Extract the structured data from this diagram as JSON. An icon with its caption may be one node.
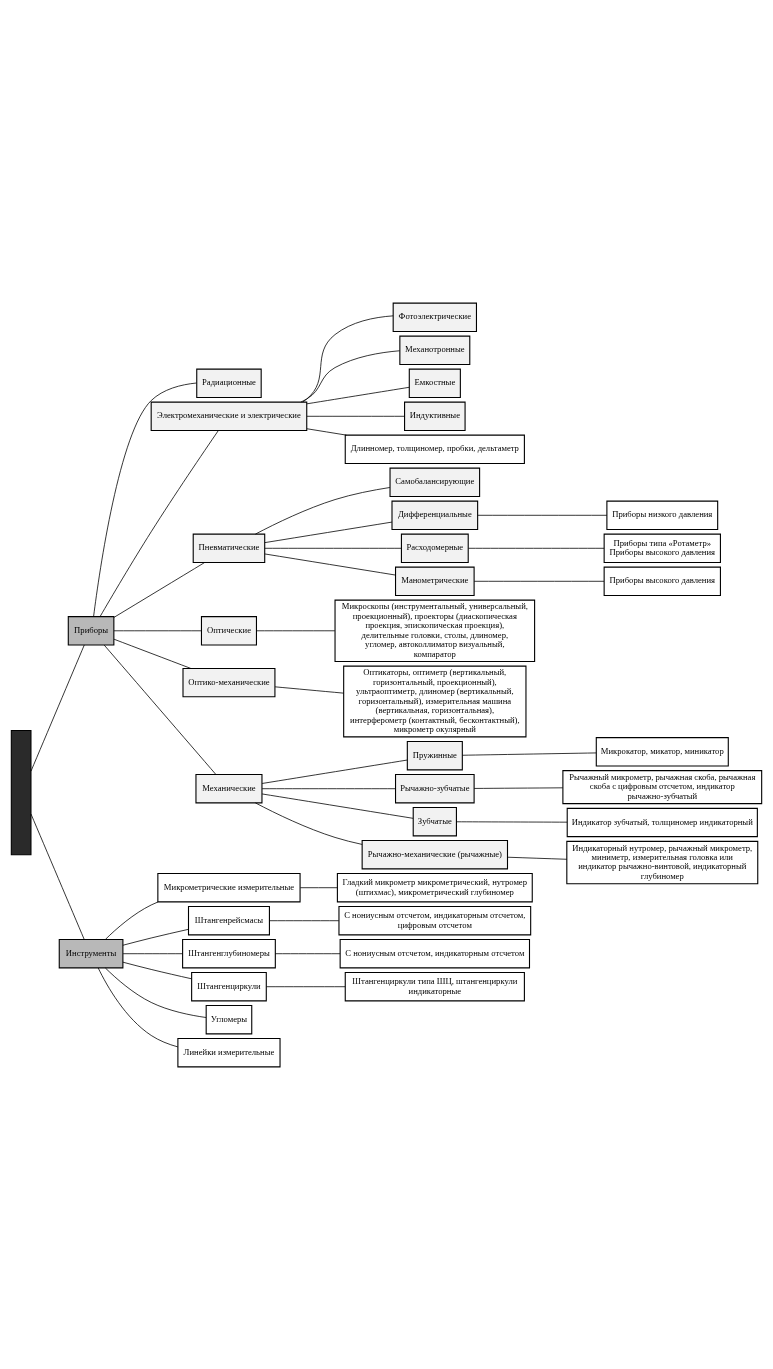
{
  "diagram": {
    "nodes": [
      {
        "text": [],
        "shape": "box"
      },
      {
        "text": [
          "Приборы"
        ]
      },
      {
        "text": [
          "Радиационные"
        ]
      },
      {
        "text": [
          "Электромеханические и электрические"
        ]
      },
      {
        "text": [
          "Пневматические"
        ]
      },
      {
        "text": [
          "Оптические"
        ]
      },
      {
        "text": [
          "Оптико-механические"
        ]
      },
      {
        "text": [
          "Механические"
        ]
      },
      {
        "text": [
          "Фотоэлектрические"
        ]
      },
      {
        "text": [
          "Механотронные"
        ]
      },
      {
        "text": [
          "Емкостные"
        ]
      },
      {
        "text": [
          "Индуктивные"
        ]
      },
      {
        "text": [
          "Самобалансирующие"
        ]
      },
      {
        "text": [
          "Дифференциальные"
        ]
      },
      {
        "text": [
          "Расходомерные"
        ]
      },
      {
        "text": [
          "Манометрические"
        ]
      },
      {
        "text": [
          "Пружинные"
        ]
      },
      {
        "text": [
          "Рычажно-зубчатые"
        ]
      },
      {
        "text": [
          "Зубчатые"
        ]
      },
      {
        "text": [
          "Рычажно-механические (рычажные)"
        ]
      },
      {
        "text": [
          "Длинномер, толщиномер, пробки, дельтаметр"
        ]
      },
      {
        "text": [
          "Приборы высокого давления"
        ]
      },
      {
        "text": [
          "Приборы типа «Ротаметр»",
          "Приборы высокого давления"
        ]
      },
      {
        "text": [
          "Приборы низкого давления"
        ]
      },
      {
        "text": [
          "Микроскопы (инструментальный, универсальный, проекционный), проекторы (диаскопическая проекция, эпископическая проекция), делительные головки, столы, длиномер, угломер, автоколлиматор визуальный, компаратор"
        ]
      },
      {
        "text": [
          "Оптикаторы, оптиметр (вертикальный, горизонтальный, проекционный), ультраоптиметр, длиномер (вертикальный, горизонтальный), измерительная машина (вертикальная, горизонтальная), интерферометр (контактный, бесконтактный), микрометр окулярный"
        ]
      },
      {
        "text": [
          "Микрокатор, микатор, миникатор"
        ]
      },
      {
        "text": [
          "Рычажный микрометр, рычажная скоба, рычажная скоба с цифровым отсчетом, индикатор рычажно-зубчатый"
        ]
      },
      {
        "text": [
          "Индикатор зубчатый, толщиномер индикаторный"
        ]
      },
      {
        "text": [
          "Индикаторный нутромер, рычажный микрометр, миниметр, измерительная головка или индикатор рычажно-винтовой, индикаторный глубиномер"
        ]
      },
      {
        "text": [
          "Инструменты"
        ]
      },
      {
        "text": [
          "Микрометрические измерительные"
        ]
      },
      {
        "text": [
          "Штангенрейсмасы"
        ]
      },
      {
        "text": [
          "Штангенглубиномеры"
        ]
      },
      {
        "text": [
          "Штангенциркули"
        ]
      },
      {
        "text": [
          "Угломеры"
        ]
      },
      {
        "text": [
          "Линейки измерительные"
        ]
      },
      {
        "text": [
          "Гладкий микрометр микрометрический, нутромер (штихмас), микрометрический глубиномер"
        ]
      },
      {
        "text": [
          "С нониусным отсчетом, индикаторным отсчетом, цифровым отсчетом"
        ]
      },
      {
        "text": [
          "С нониусным отсчетом, индикаторным отсчетом"
        ]
      },
      {
        "text": [
          "Штангенциркули типа ШЦ, штангенциркули индикаторные"
        ]
      }
    ],
    "edges": [
      {
        "from": 0,
        "to": 1,
        "arrow": "none"
      },
      {
        "from": 0,
        "to": 30,
        "arrow": "none"
      },
      {
        "from": 1,
        "to": 2,
        "arrow": "none"
      },
      {
        "from": 1,
        "to": 3,
        "arrow": "none"
      },
      {
        "from": 1,
        "to": 4,
        "arrow": "none"
      },
      {
        "from": 1,
        "to": 5,
        "arrow": "none"
      },
      {
        "from": 1,
        "to": 6,
        "arrow": "none"
      },
      {
        "from": 1,
        "to": 7,
        "arrow": "none"
      },
      {
        "from": 3,
        "to": 8,
        "arrow": "none"
      },
      {
        "from": 3,
        "to": 9,
        "arrow": "none"
      },
      {
        "from": 3,
        "to": 10,
        "arrow": "none"
      },
      {
        "from": 3,
        "to": 11,
        "arrow": "none"
      },
      {
        "from": 3,
        "to": 20,
        "arrow": "none"
      },
      {
        "from": 4,
        "to": 12,
        "arrow": "none"
      },
      {
        "from": 4,
        "to": 13,
        "arrow": "none"
      },
      {
        "from": 4,
        "to": 14,
        "arrow": "none"
      },
      {
        "from": 4,
        "to": 15,
        "arrow": "none"
      },
      {
        "from": 15,
        "to": 21,
        "arrow": "none"
      },
      {
        "from": 14,
        "to": 22,
        "arrow": "none"
      },
      {
        "from": 13,
        "to": 23,
        "arrow": "none"
      },
      {
        "from": 5,
        "to": 24,
        "arrow": "none"
      },
      {
        "from": 6,
        "to": 25,
        "arrow": "none"
      },
      {
        "from": 7,
        "to": 16,
        "arrow": "none"
      },
      {
        "from": 7,
        "to": 17,
        "arrow": "none"
      },
      {
        "from": 7,
        "to": 18,
        "arrow": "none"
      },
      {
        "from": 7,
        "to": 19,
        "arrow": "none"
      },
      {
        "from": 16,
        "to": 26,
        "arrow": "none"
      },
      {
        "from": 17,
        "to": 27,
        "arrow": "none"
      },
      {
        "from": 18,
        "to": 28,
        "arrow": "none"
      },
      {
        "from": 19,
        "to": 29,
        "arrow": "none"
      },
      {
        "from": 30,
        "to": 31,
        "arrow": "none"
      },
      {
        "from": 30,
        "to": 32,
        "arrow": "none"
      },
      {
        "from": 30,
        "to": 33,
        "arrow": "none"
      },
      {
        "from": 30,
        "to": 34,
        "arrow": "none"
      },
      {
        "from": 30,
        "to": 35,
        "arrow": "none"
      },
      {
        "from": 30,
        "to": 36,
        "arrow": "none"
      },
      {
        "from": 31,
        "to": 37,
        "arrow": "none"
      },
      {
        "from": 32,
        "to": 38,
        "arrow": "none"
      },
      {
        "from": 33,
        "to": 39,
        "arrow": "none"
      },
      {
        "from": 34,
        "to": 40,
        "arrow": "none"
      }
    ]
  }
}
